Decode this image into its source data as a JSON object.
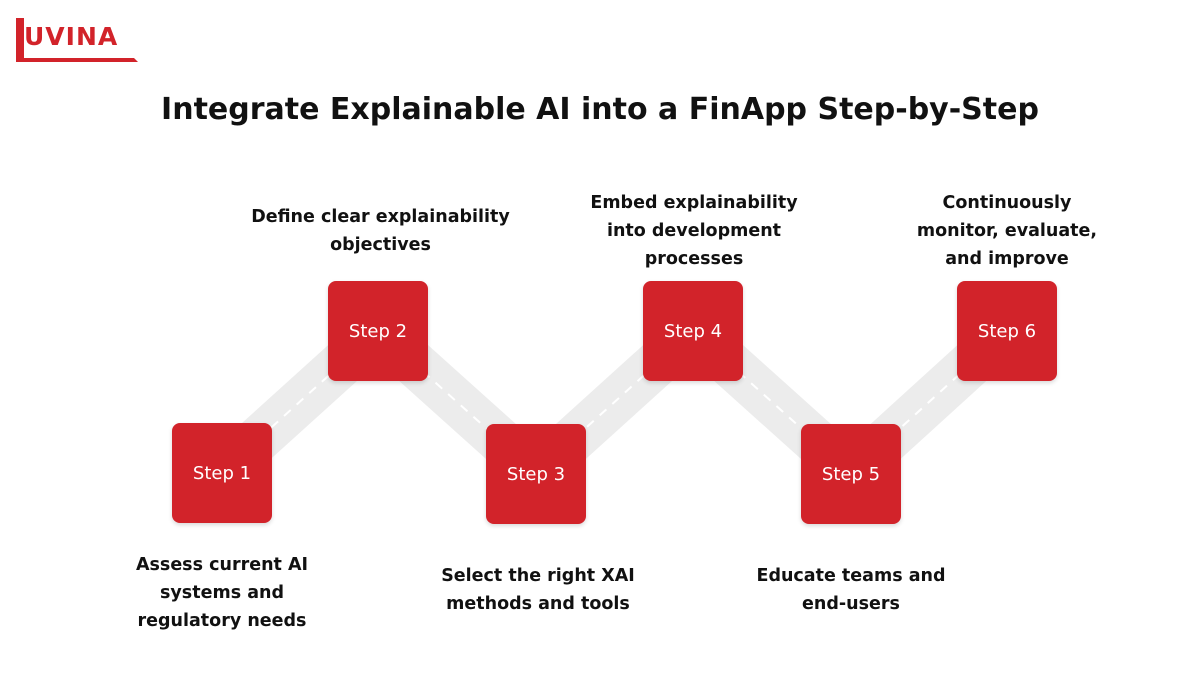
{
  "brand": {
    "logo_text": "UVINA",
    "accent_color": "#d2232a"
  },
  "title": "Integrate Explainable AI into a FinApp Step-by-Step",
  "steps": [
    {
      "label": "Step 1",
      "description": "Assess current AI systems and regulatory needs"
    },
    {
      "label": "Step 2",
      "description": "Define clear explainability objectives"
    },
    {
      "label": "Step 3",
      "description": "Select the right XAI methods and tools"
    },
    {
      "label": "Step 4",
      "description": "Embed explainability into development processes"
    },
    {
      "label": "Step 5",
      "description": "Educate teams and end-users"
    },
    {
      "label": "Step 6",
      "description": "Continuously monitor, evaluate, and improve"
    }
  ]
}
